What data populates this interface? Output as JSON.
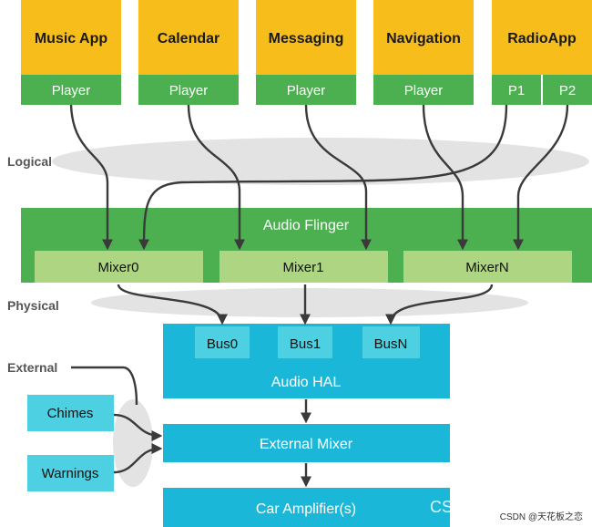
{
  "apps": [
    {
      "name": "Music App",
      "players": [
        "Player"
      ]
    },
    {
      "name": "Calendar",
      "players": [
        "Player"
      ]
    },
    {
      "name": "Messaging",
      "players": [
        "Player"
      ]
    },
    {
      "name": "Navigation",
      "players": [
        "Player"
      ]
    },
    {
      "name": "RadioApp",
      "players": [
        "P1",
        "P2"
      ]
    }
  ],
  "layers": {
    "logical": "Logical",
    "physical": "Physical",
    "external": "External"
  },
  "audio_flinger": {
    "label": "Audio Flinger",
    "mixers": [
      "Mixer0",
      "Mixer1",
      "MixerN"
    ]
  },
  "audio_hal": {
    "label": "Audio HAL",
    "buses": [
      "Bus0",
      "Bus1",
      "BusN"
    ]
  },
  "external_sources": [
    "Chimes",
    "Warnings"
  ],
  "external_mixer": "External Mixer",
  "car_amplifier": "Car Amplifier(s)",
  "corner_text": "CS",
  "watermark": "CSDN @天花板之恋",
  "colors": {
    "app_yellow": "#F7BD1A",
    "player_green": "#4CAF50",
    "flinger_green": "#4CAF50",
    "mixer_green": "#AED581",
    "hal_cyan": "#1BB7D9",
    "bus_cyan": "#4DD0E1",
    "ext_box": "#4DD0E1",
    "layer_ellipse": "#E3E3E3"
  }
}
